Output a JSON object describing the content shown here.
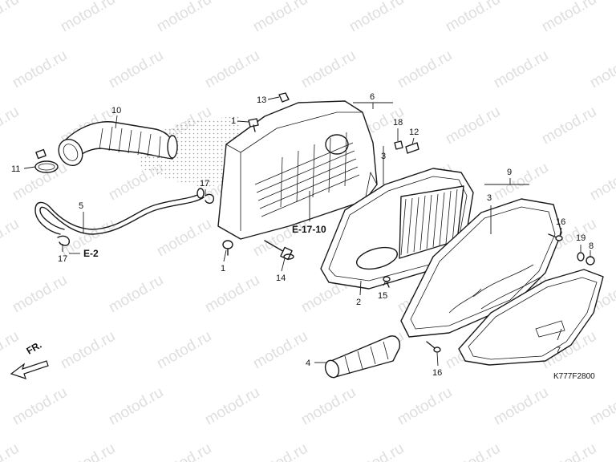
{
  "watermark": "motod.ru",
  "diagram_code": "K777F2800",
  "front_arrow_label": "FR.",
  "references": {
    "e2": "E-2",
    "e1710": "E-17-10"
  },
  "callouts": {
    "c1_top": "1",
    "c1_bottom": "1",
    "c2": "2",
    "c3_a": "3",
    "c3_b": "3",
    "c4": "4",
    "c5": "5",
    "c6": "6",
    "c7": "7",
    "c8": "8",
    "c9": "9",
    "c10": "10",
    "c11": "11",
    "c12": "12",
    "c13": "13",
    "c14": "14",
    "c15": "15",
    "c16_a": "16",
    "c16_b": "16",
    "c17_a": "17",
    "c17_b": "17",
    "c18": "18",
    "c19": "19"
  },
  "colors": {
    "line": "#1a1a1a",
    "hatch": "#a0a0a0",
    "watermark": "#b8b8b8"
  }
}
